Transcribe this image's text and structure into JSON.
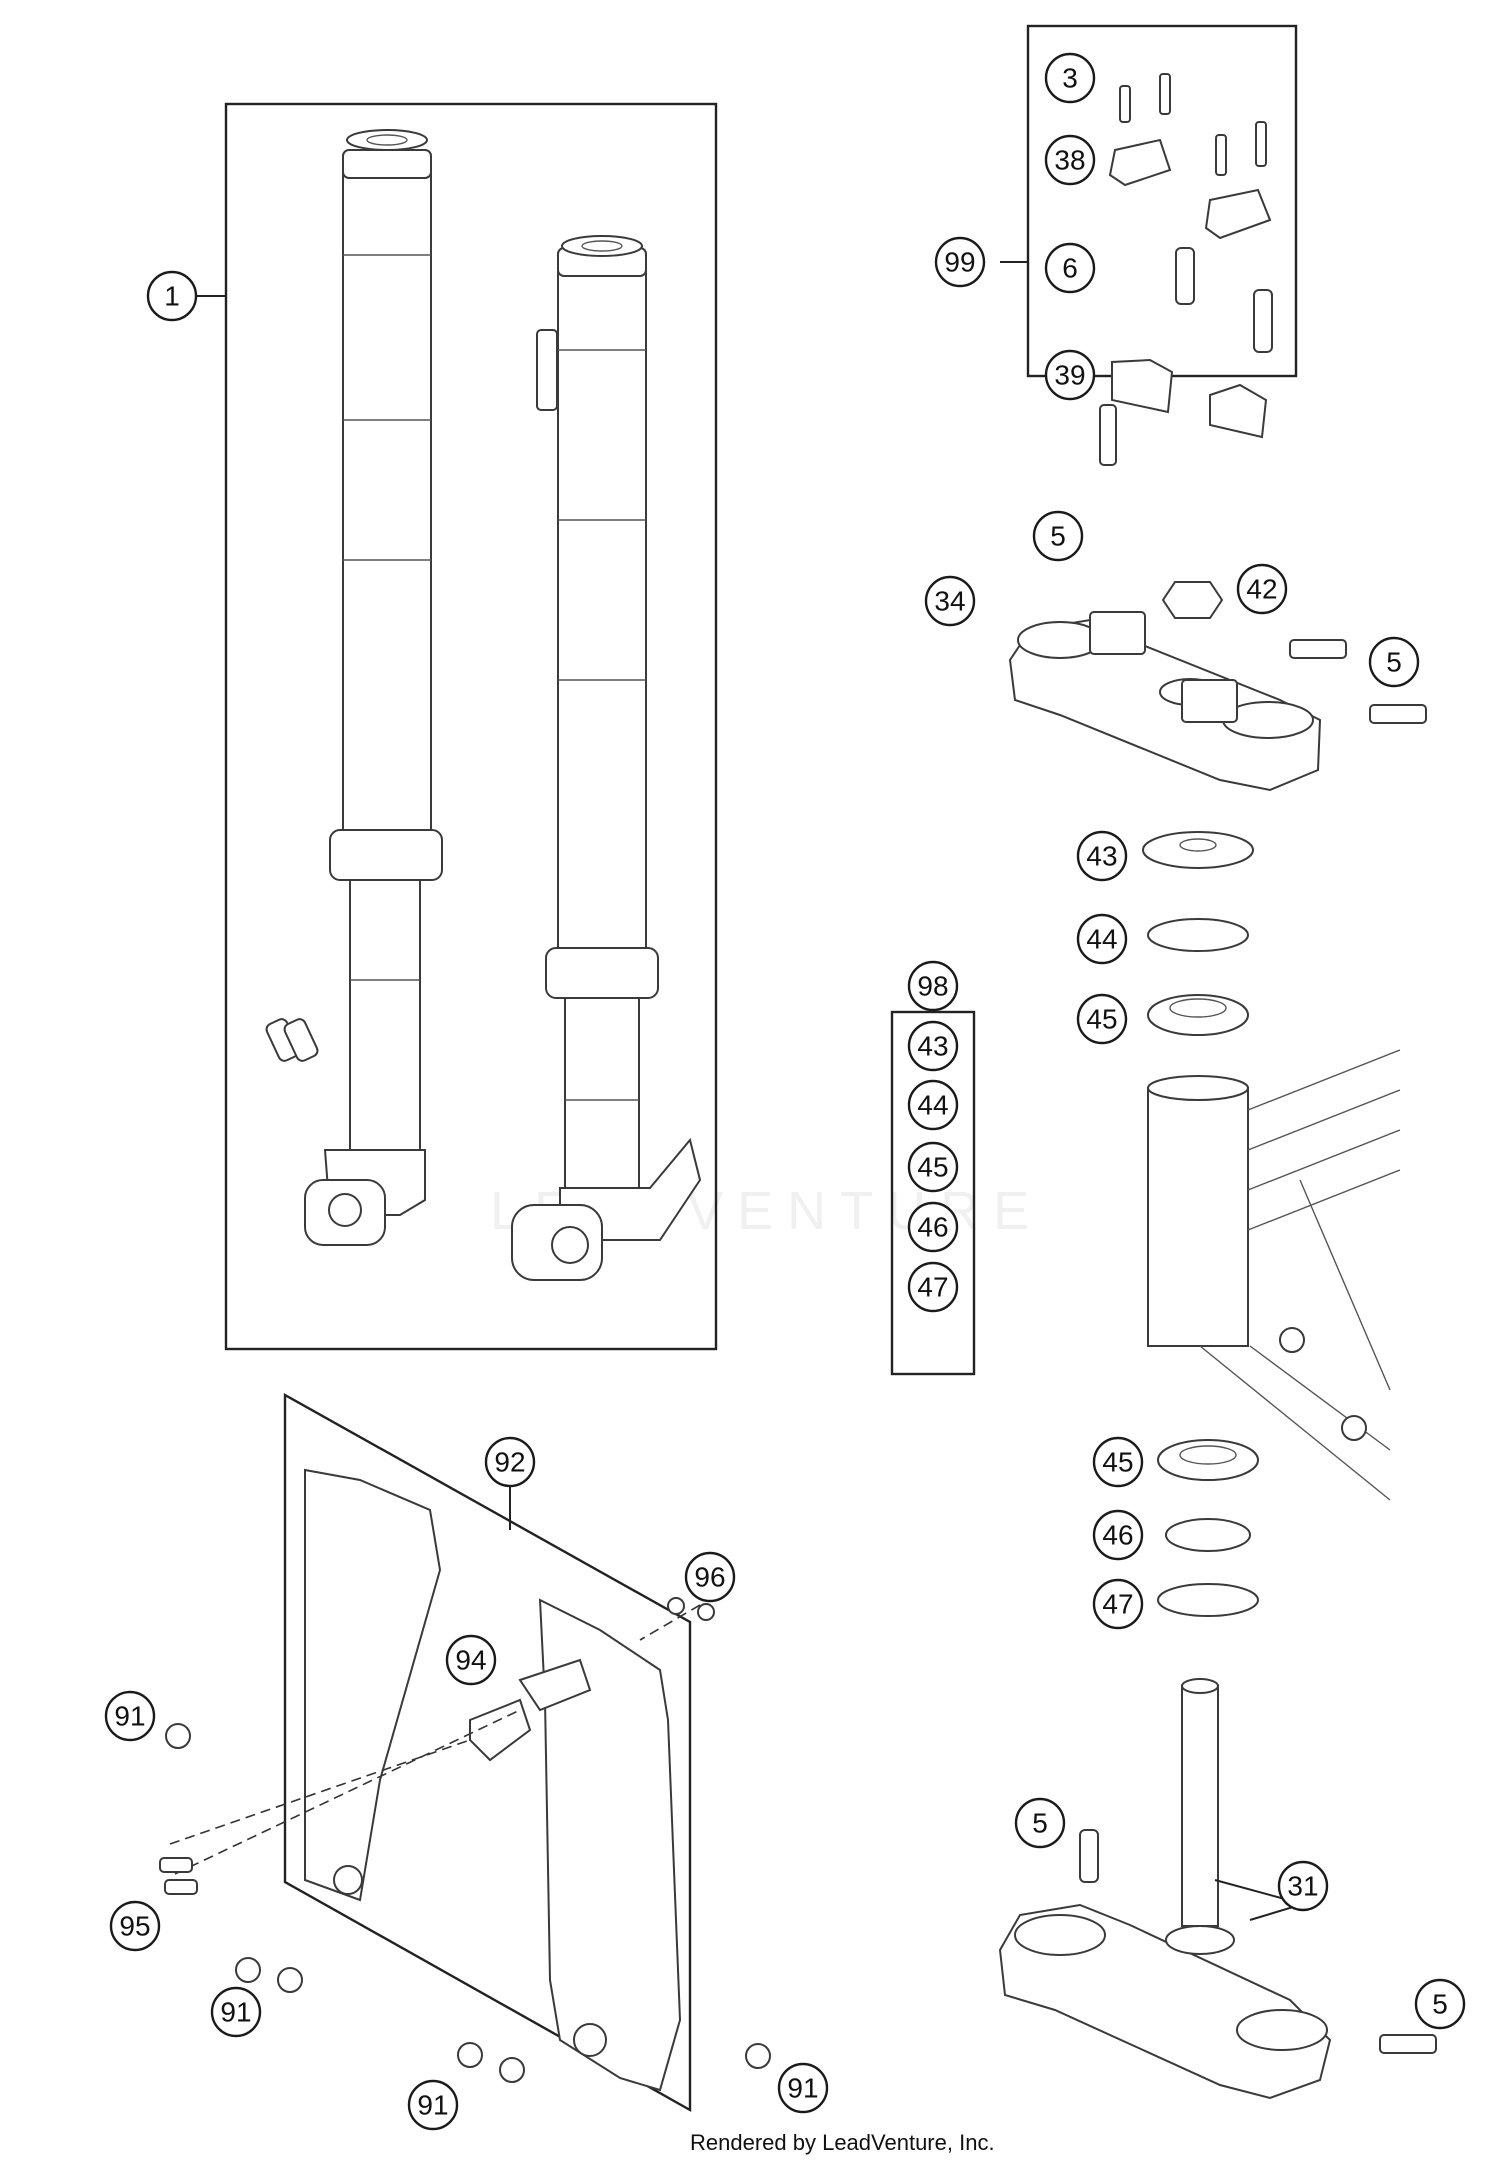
{
  "diagram": {
    "callouts": {
      "c1": "1",
      "c3": "3",
      "c38": "38",
      "c99": "99",
      "c6": "6",
      "c39": "39",
      "c5a": "5",
      "c42": "42",
      "c34": "34",
      "c5b": "5",
      "c43": "43",
      "c44": "44",
      "c45": "45",
      "c98": "98",
      "k43": "43",
      "k44": "44",
      "k45": "45",
      "k46": "46",
      "k47": "47",
      "c45b": "45",
      "c46": "46",
      "c47": "47",
      "c92": "92",
      "c96": "96",
      "c94": "94",
      "c91a": "91",
      "c95": "95",
      "c91b": "91",
      "c91c": "91",
      "c91d": "91",
      "c5c": "5",
      "c31": "31",
      "c5d": "5"
    },
    "watermark": "LEADVENTURE",
    "credit": "Rendered by LeadVenture, Inc."
  }
}
